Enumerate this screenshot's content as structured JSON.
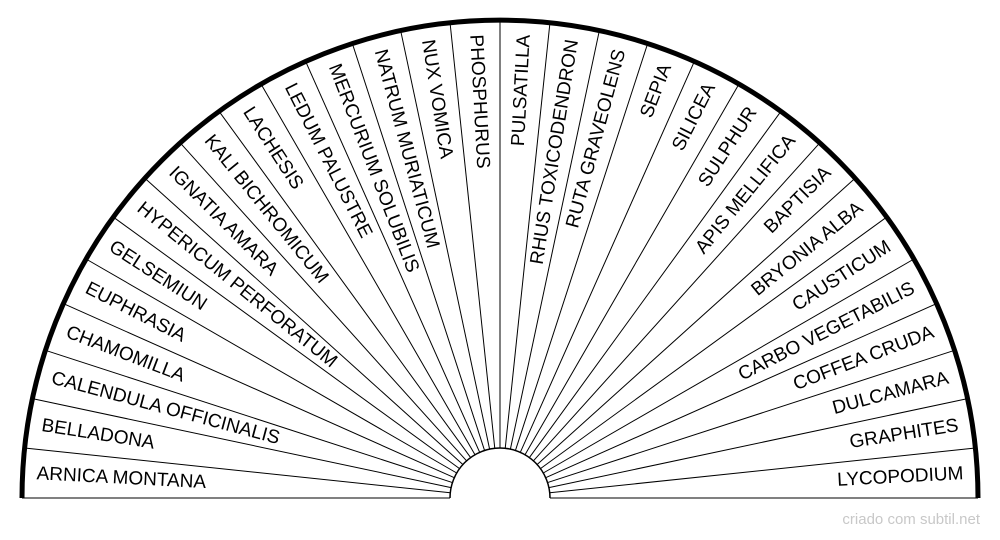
{
  "labels": [
    "ARNICA MONTANA",
    "BELLADONA",
    "CALENDULA OFFICINALIS",
    "CHAMOMILLA",
    "EUPHRASIA",
    "GELSEMIUN",
    "HYPERICUM PERFORATUM",
    "IGNATIA AMARA",
    "KALI BICHROMICUM",
    "LACHESIS",
    "LEDUM PALUSTRE",
    "MERCURIUM SOLUBILIS",
    "NATRUM MURIATICUM",
    "NUX VOMICA",
    "PHOSPHURUS",
    "PULSATILLA",
    "RHUS TOXICODENDRON",
    "RUTA GRAVEOLENS",
    "SEPIA",
    "SILICEA",
    "SULPHUR",
    "APIS MELLIFICA",
    "BAPTISIA",
    "BRYONIA ALBA",
    "CAUSTICUM",
    "CARBO VEGETABILIS",
    "COFFEA CRUDA",
    "DULCAMARA",
    "GRAPHITES",
    "LYCOPODIUM"
  ],
  "credit": "criado com subtil.net",
  "colors": {
    "line": "#000000",
    "text": "#000000",
    "credit": "#c8c8c8"
  }
}
